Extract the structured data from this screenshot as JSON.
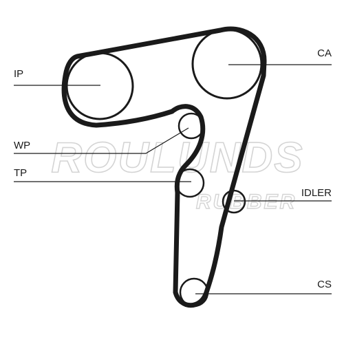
{
  "watermark": {
    "brand": "ROULUNDS",
    "sub": "RUBBER"
  },
  "components": [
    {
      "id": "ip",
      "label": "IP"
    },
    {
      "id": "ca",
      "label": "CA"
    },
    {
      "id": "wp",
      "label": "WP"
    },
    {
      "id": "tp",
      "label": "TP"
    },
    {
      "id": "idler",
      "label": "IDLER"
    },
    {
      "id": "cs",
      "label": "CS"
    }
  ],
  "colors": {
    "belt": "#1a1a1a",
    "watermark": "#d4d4d4",
    "background": "#ffffff"
  }
}
